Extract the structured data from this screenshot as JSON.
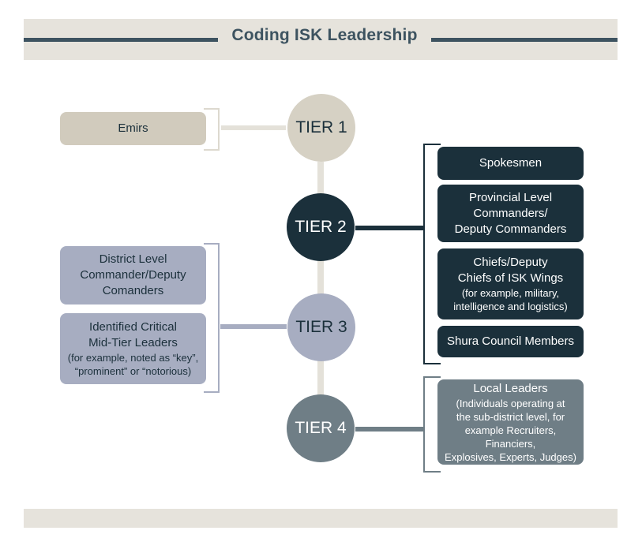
{
  "title": "Coding ISK Leadership",
  "colors": {
    "tier1": "#d6d1c4",
    "tier2": "#1b303b",
    "tier3": "#a7adc1",
    "tier4": "#6f7e86",
    "title": "#3d5360",
    "band": "#e6e3dc"
  },
  "tiers": [
    {
      "label": "TIER 1"
    },
    {
      "label": "TIER 2"
    },
    {
      "label": "TIER 3"
    },
    {
      "label": "TIER 4"
    }
  ],
  "tier1_roles": [
    {
      "main": [
        "Emirs"
      ],
      "sub": []
    }
  ],
  "tier2_roles": [
    {
      "main": [
        "Spokesmen"
      ],
      "sub": []
    },
    {
      "main": [
        "Provincial Level",
        "Commanders/",
        "Deputy Commanders"
      ],
      "sub": []
    },
    {
      "main": [
        "Chiefs/Deputy",
        "Chiefs of ISK Wings"
      ],
      "sub": [
        "(for example, military,",
        "intelligence and logistics)"
      ]
    },
    {
      "main": [
        "Shura Council Members"
      ],
      "sub": []
    }
  ],
  "tier3_roles": [
    {
      "main": [
        "District Level",
        "Commander/Deputy",
        "Comanders"
      ],
      "sub": []
    },
    {
      "main": [
        "Identified Critical",
        "Mid-Tier Leaders"
      ],
      "sub": [
        "(for example, noted as “key”,",
        "“prominent” or “notorious)"
      ]
    }
  ],
  "tier4_roles": [
    {
      "main": [
        "Local Leaders"
      ],
      "sub": [
        "(Individuals operating at",
        "the sub-district level, for",
        "example Recruiters, Financiers,",
        "Explosives, Experts, Judges)"
      ]
    }
  ]
}
